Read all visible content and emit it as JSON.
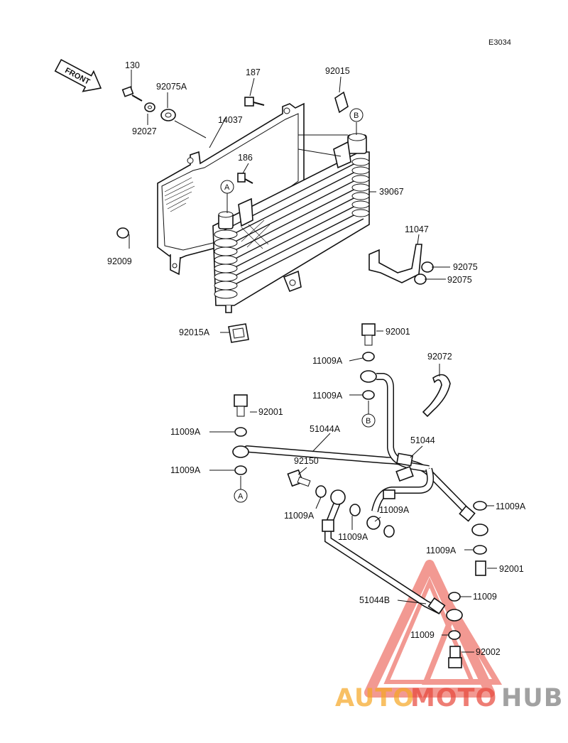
{
  "diagram_code": "E3034",
  "front_marker": "FRONT",
  "parts": {
    "p130": "130",
    "p92075A": "92075A",
    "p92027": "92027",
    "p14037": "14037",
    "p187": "187",
    "p92015": "92015",
    "p186": "186",
    "p39067": "39067",
    "p11047": "11047",
    "p92009": "92009",
    "p92075_a": "92075",
    "p92075_b": "92075",
    "p92015A": "92015A",
    "p92001_top": "92001",
    "p11009A_1": "11009A",
    "p11009A_2": "11009A",
    "p92072": "92072",
    "p92001_mid": "92001",
    "p11009A_3": "11009A",
    "p51044A": "51044A",
    "p11009A_4": "11009A",
    "p51044": "51044",
    "p92150": "92150",
    "p11009A_5": "11009A",
    "p11009A_6": "11009A",
    "p11009A_7": "11009A",
    "p11009A_8": "11009A",
    "p11009A_9": "11009A",
    "p92001_low": "92001",
    "p11009_a": "11009",
    "p51044B": "51044B",
    "p11009_b": "11009",
    "p92002": "92002"
  },
  "refs": {
    "A": "A",
    "B": "B"
  },
  "watermark": {
    "part1": "AUTO",
    "part2": "MOTO",
    "part3": "HUB",
    "color1": "#f6a623",
    "color2": "#e8473a",
    "color3": "#7a7a7a"
  }
}
